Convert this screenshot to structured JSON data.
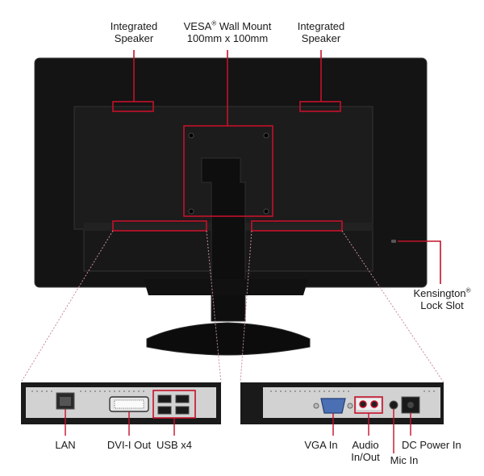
{
  "colors": {
    "callout": "#c4112a",
    "bezel": "#151515",
    "bezel_edge": "#3a3a3a",
    "back_panel": "#222222",
    "port_panel": "#d4d4d4",
    "background": "#ffffff"
  },
  "callouts": {
    "speaker_left": {
      "line1": "Integrated",
      "line2": "Speaker"
    },
    "vesa": {
      "line1_prefix": "VESA",
      "line1_mark": "®",
      "line1_suffix": " Wall Mount",
      "line2": "100mm x 100mm"
    },
    "speaker_right": {
      "line1": "Integrated",
      "line2": "Speaker"
    },
    "kensington": {
      "line1_prefix": "Kensington",
      "line1_mark": "®",
      "line2": "Lock Slot"
    }
  },
  "ports_left": {
    "lan": "LAN",
    "dvi": "DVI-I Out",
    "usb": "USB x4"
  },
  "ports_right": {
    "vga": "VGA In",
    "audio": {
      "line1": "Audio",
      "line2": "In/Out"
    },
    "mic": "Mic In",
    "dc": "DC Power In"
  }
}
